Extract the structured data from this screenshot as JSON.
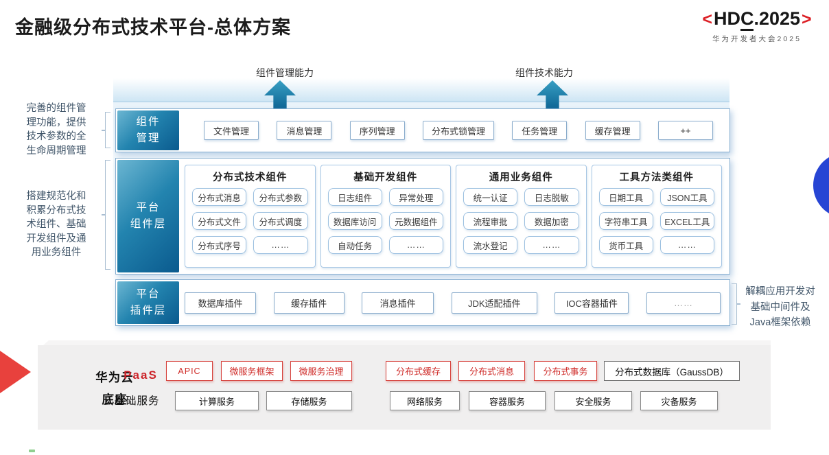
{
  "header": {
    "title": "金融级分布式技术平台-总体方案",
    "logo": {
      "bracket_open": "<",
      "hd": "HD",
      "c": "C",
      "rest": ".2025",
      "bracket_close": ">",
      "subtitle": "华为开发者大会2025"
    }
  },
  "capability_arrows": [
    {
      "label": "组件管理能力"
    },
    {
      "label": "组件技术能力"
    }
  ],
  "left_notes": [
    {
      "lines": [
        "完善的组件管",
        "理功能，提供",
        "技术参数的全",
        "生命周期管理"
      ]
    },
    {
      "lines": [
        "搭建规范化和",
        "积累分布式技",
        "术组件、基础",
        "开发组件及通",
        "用业务组件"
      ]
    }
  ],
  "right_note": {
    "lines": [
      "解耦应用开发对",
      "基础中间件及",
      "Java框架依赖"
    ]
  },
  "layers": {
    "component_mgmt": {
      "label_lines": [
        "组件",
        "管理"
      ],
      "items": [
        "文件管理",
        "消息管理",
        "序列管理",
        "分布式锁管理",
        "任务管理",
        "缓存管理",
        "++"
      ]
    },
    "platform_components": {
      "label_lines": [
        "平台",
        "组件层"
      ],
      "columns": [
        {
          "title": "分布式技术组件",
          "items": [
            "分布式消息",
            "分布式参数",
            "分布式文件",
            "分布式调度",
            "分布式序号",
            "……"
          ]
        },
        {
          "title": "基础开发组件",
          "items": [
            "日志组件",
            "异常处理",
            "数据库访问",
            "元数据组件",
            "自动任务",
            "……"
          ]
        },
        {
          "title": "通用业务组件",
          "items": [
            "统一认证",
            "日志脱敏",
            "流程审批",
            "数据加密",
            "流水登记",
            "……"
          ]
        },
        {
          "title": "工具方法类组件",
          "items": [
            "日期工具",
            "JSON工具",
            "字符串工具",
            "EXCEL工具",
            "货币工具",
            "……"
          ]
        }
      ]
    },
    "platform_plugins": {
      "label_lines": [
        "平台",
        "插件层"
      ],
      "items": [
        "数据库插件",
        "缓存插件",
        "消息插件",
        "JDK适配插件",
        "IOC容器插件",
        "……"
      ]
    }
  },
  "foundation": {
    "label_lines": [
      "华为云",
      "底座"
    ],
    "paas": {
      "label": "PaaS",
      "items": [
        "APIC",
        "微服务框架",
        "微服务治理",
        "分布式缓存",
        "分布式消息",
        "分布式事务"
      ],
      "db": "分布式数据库（GaussDB）"
    },
    "cloud_base": {
      "label": "云基础服务",
      "items": [
        "计算服务",
        "存储服务",
        "网络服务",
        "容器服务",
        "安全服务",
        "灾备服务"
      ]
    }
  },
  "colors": {
    "teal_dark": "#0a5a8e",
    "teal_light": "#6cb6d2",
    "accent_red": "#d2302c",
    "logo_red": "#dc2026",
    "blue_circle": "#2745d4"
  }
}
